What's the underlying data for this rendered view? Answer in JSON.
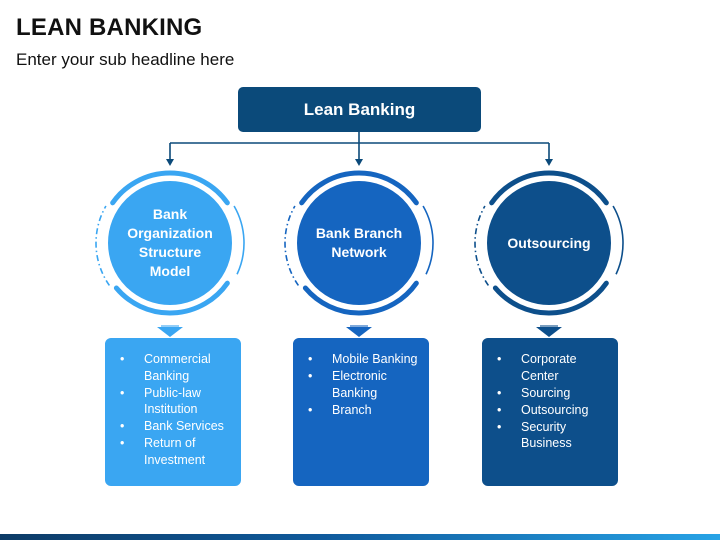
{
  "title": "LEAN BANKING",
  "subtitle": "Enter your sub headline here",
  "root": {
    "label": "Lean Banking",
    "color": "#0b4a7a"
  },
  "connector_color": "#0b4a7a",
  "nodes": [
    {
      "label": "Bank Organization Structure Model",
      "color": "#3aa6f2",
      "items": [
        "Commercial Banking",
        "Public-law Institution",
        "Bank Services",
        "Return of Investment"
      ]
    },
    {
      "label": "Bank Branch Network",
      "color": "#1565c0",
      "items": [
        "Mobile Banking",
        "Electronic Banking",
        "Branch"
      ]
    },
    {
      "label": "Outsourcing",
      "color": "#0d4f8b",
      "items": [
        "Corporate Center",
        "Sourcing",
        "Outsourcing",
        "Security Business"
      ]
    }
  ],
  "bullet_char": "•"
}
